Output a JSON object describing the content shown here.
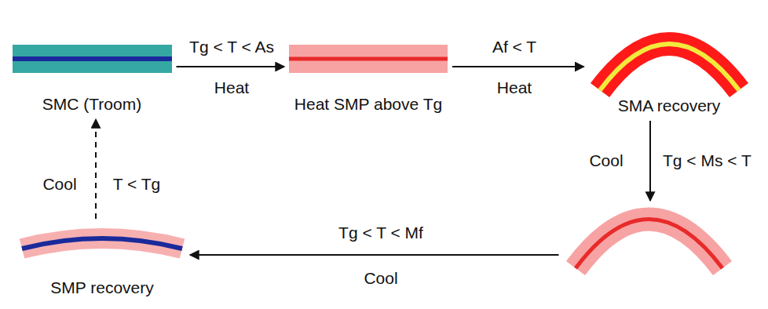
{
  "diagram": {
    "nodes": [
      {
        "text": [
          "SMC (Troom)"
        ]
      },
      {
        "text": [
          "Heat SMP above Tg"
        ]
      },
      {
        "text": [
          "SMA recovery"
        ]
      },
      {
        "text": []
      },
      {
        "text": [
          "SMP recovery"
        ]
      }
    ],
    "edges": [
      {
        "from": 0,
        "to": 1,
        "arrow": "to",
        "label": "Tg < T < As"
      },
      {
        "from": 1,
        "to": 2,
        "arrow": "to",
        "label": "Af < T"
      },
      {
        "from": 2,
        "to": 3,
        "arrow": "to",
        "label": "Tg < Ms < T"
      },
      {
        "from": 3,
        "to": 4,
        "arrow": "to",
        "label": "Tg < T < Mf"
      },
      {
        "from": 4,
        "to": 0,
        "arrow": "to",
        "label": "T < Tg"
      }
    ],
    "labels": [
      "Heat",
      "Heat",
      "Cool",
      "Cool",
      "Cool"
    ]
  }
}
